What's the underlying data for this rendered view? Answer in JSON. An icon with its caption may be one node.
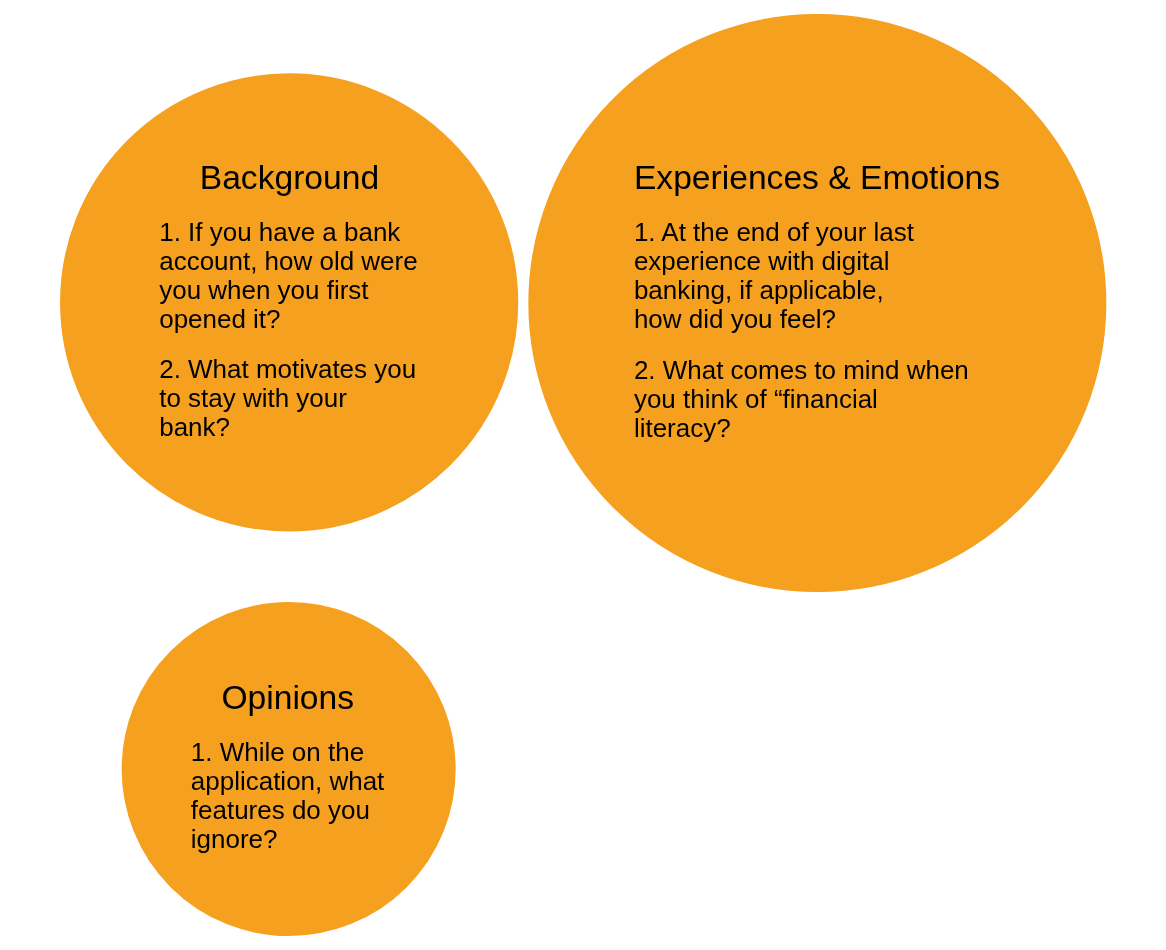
{
  "diagram": {
    "nodes": [
      {
        "text": [
          "Background",
          "1. If you have a bank account, how old were you when you first opened it?",
          "2. What motivates you to stay with your bank?"
        ]
      },
      {
        "text": [
          "Experiences & Emotions",
          "1. At the end of your last experience with digital banking, if applicable, how did you feel?",
          "2. What comes to mind when you think of “financial literacy?"
        ]
      },
      {
        "text": [
          "Opinions",
          "1. While on the application, what features do you ignore?"
        ]
      }
    ]
  }
}
